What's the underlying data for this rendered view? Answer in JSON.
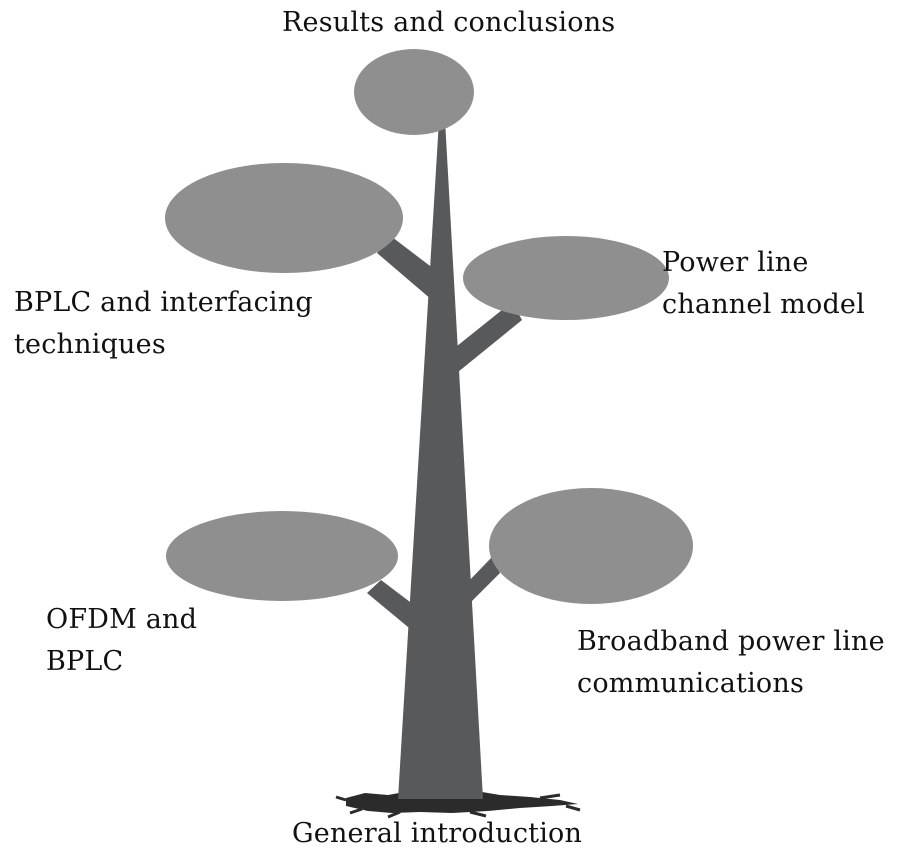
{
  "labels": {
    "top": "Results and conclusions",
    "upper_left": [
      "BPLC and interfacing",
      "techniques"
    ],
    "upper_right": [
      "Power line",
      "channel model"
    ],
    "lower_left": [
      "OFDM and",
      "BPLC"
    ],
    "lower_right": [
      "Broadband power line",
      "communications"
    ],
    "bottom": "General introduction"
  },
  "colors": {
    "trunk": "#58595b",
    "canopy": "#8f8f8f",
    "roots": "#2b2b2b",
    "text": "#111111"
  }
}
